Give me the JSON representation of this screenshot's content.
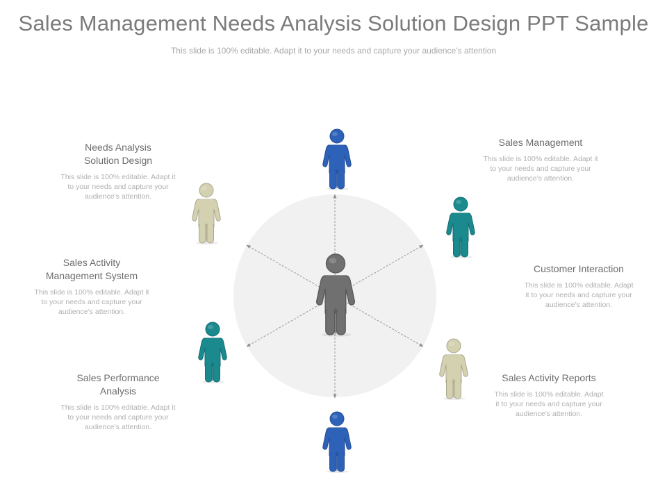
{
  "header": {
    "title": "Sales Management Needs Analysis Solution Design PPT Sample",
    "subtitle": "This slide is 100% editable. Adapt it to your needs and capture your audience’s attention"
  },
  "colors": {
    "blue": "#2d62b8",
    "teal": "#1a8a8e",
    "beige": "#d3d1b0",
    "gray": "#707070",
    "circle": "#f1f1f1",
    "arrow": "#9a9a9a"
  },
  "labels": [
    {
      "id": "needs-analysis",
      "heading": "Needs Analysis\nSolution Design",
      "desc": "This slide is 100% editable. Adapt it\nto your needs and capture your\naudience’s attention."
    },
    {
      "id": "sales-activity-management",
      "heading": "Sales Activity\nManagement System",
      "desc": "This slide is 100% editable. Adapt it\nto your needs and capture your\naudience’s attention."
    },
    {
      "id": "sales-performance",
      "heading": "Sales Performance\nAnalysis",
      "desc": "This slide is 100% editable. Adapt it\nto your needs and capture your\naudience’s attention."
    },
    {
      "id": "sales-management",
      "heading": "Sales Management",
      "desc": "This slide is 100% editable. Adapt it\nto your needs and capture your\naudience’s attention."
    },
    {
      "id": "customer-interaction",
      "heading": "Customer Interaction",
      "desc": "This slide is 100% editable. Adapt\nit to your needs and capture your\naudience’s attention."
    },
    {
      "id": "sales-activity-reports",
      "heading": "Sales Activity Reports",
      "desc": "This slide is 100% editable. Adapt\nit to your needs and capture your\naudience’s attention."
    }
  ],
  "figures": [
    {
      "id": "center",
      "color": "gray"
    },
    {
      "id": "top",
      "color": "blue"
    },
    {
      "id": "bottom",
      "color": "blue"
    },
    {
      "id": "upper-left",
      "color": "beige"
    },
    {
      "id": "lower-left",
      "color": "teal"
    },
    {
      "id": "upper-right",
      "color": "teal"
    },
    {
      "id": "lower-right",
      "color": "beige"
    }
  ]
}
